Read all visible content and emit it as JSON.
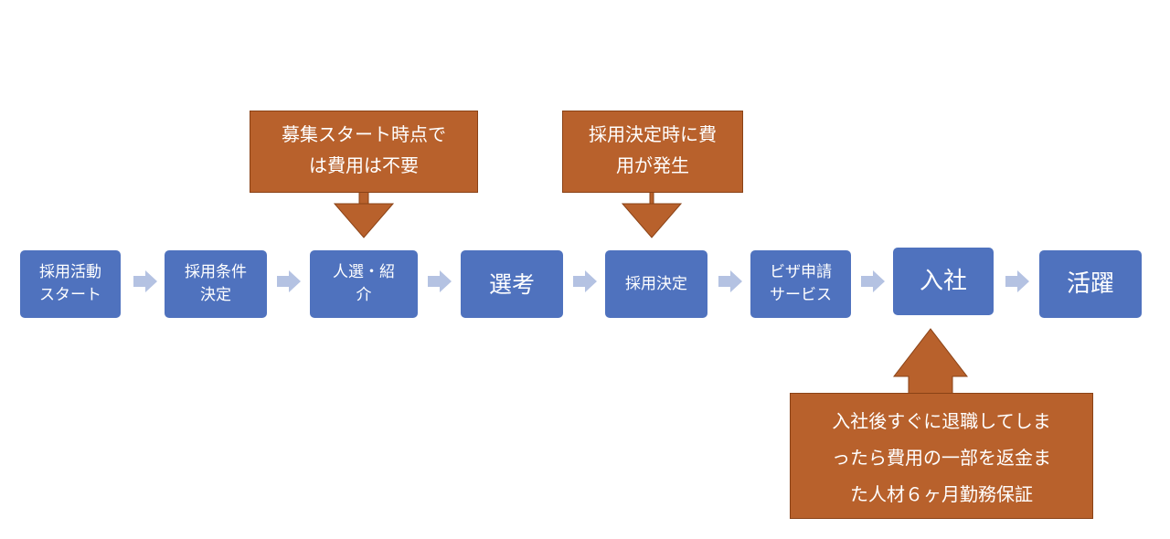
{
  "steps": [
    {
      "lines": [
        "採用活動",
        "スタート"
      ]
    },
    {
      "lines": [
        "採用条件",
        "決定"
      ]
    },
    {
      "lines": [
        "人選・紹",
        "介"
      ]
    },
    {
      "lines": [
        "選考"
      ]
    },
    {
      "lines": [
        "採用決定"
      ]
    },
    {
      "lines": [
        "ビザ申請",
        "サービス"
      ]
    },
    {
      "lines": [
        "入社"
      ]
    },
    {
      "lines": [
        "活躍"
      ]
    }
  ],
  "callouts": {
    "recruit_start": {
      "lines": [
        "募集スタート時点で",
        "は費用は不要"
      ]
    },
    "hire_decision": {
      "lines": [
        "採用決定時に費",
        "用が発生"
      ]
    },
    "join_guarantee": {
      "lines": [
        "入社後すぐに退職してしま",
        "ったら費用の一部を返金ま",
        "た人材６ヶ月勤務保証"
      ]
    }
  },
  "colors": {
    "step_fill": "#4f72be",
    "arrow_fill": "#b4c2e2",
    "callout_fill": "#b8612c",
    "callout_border": "#8a4216"
  }
}
